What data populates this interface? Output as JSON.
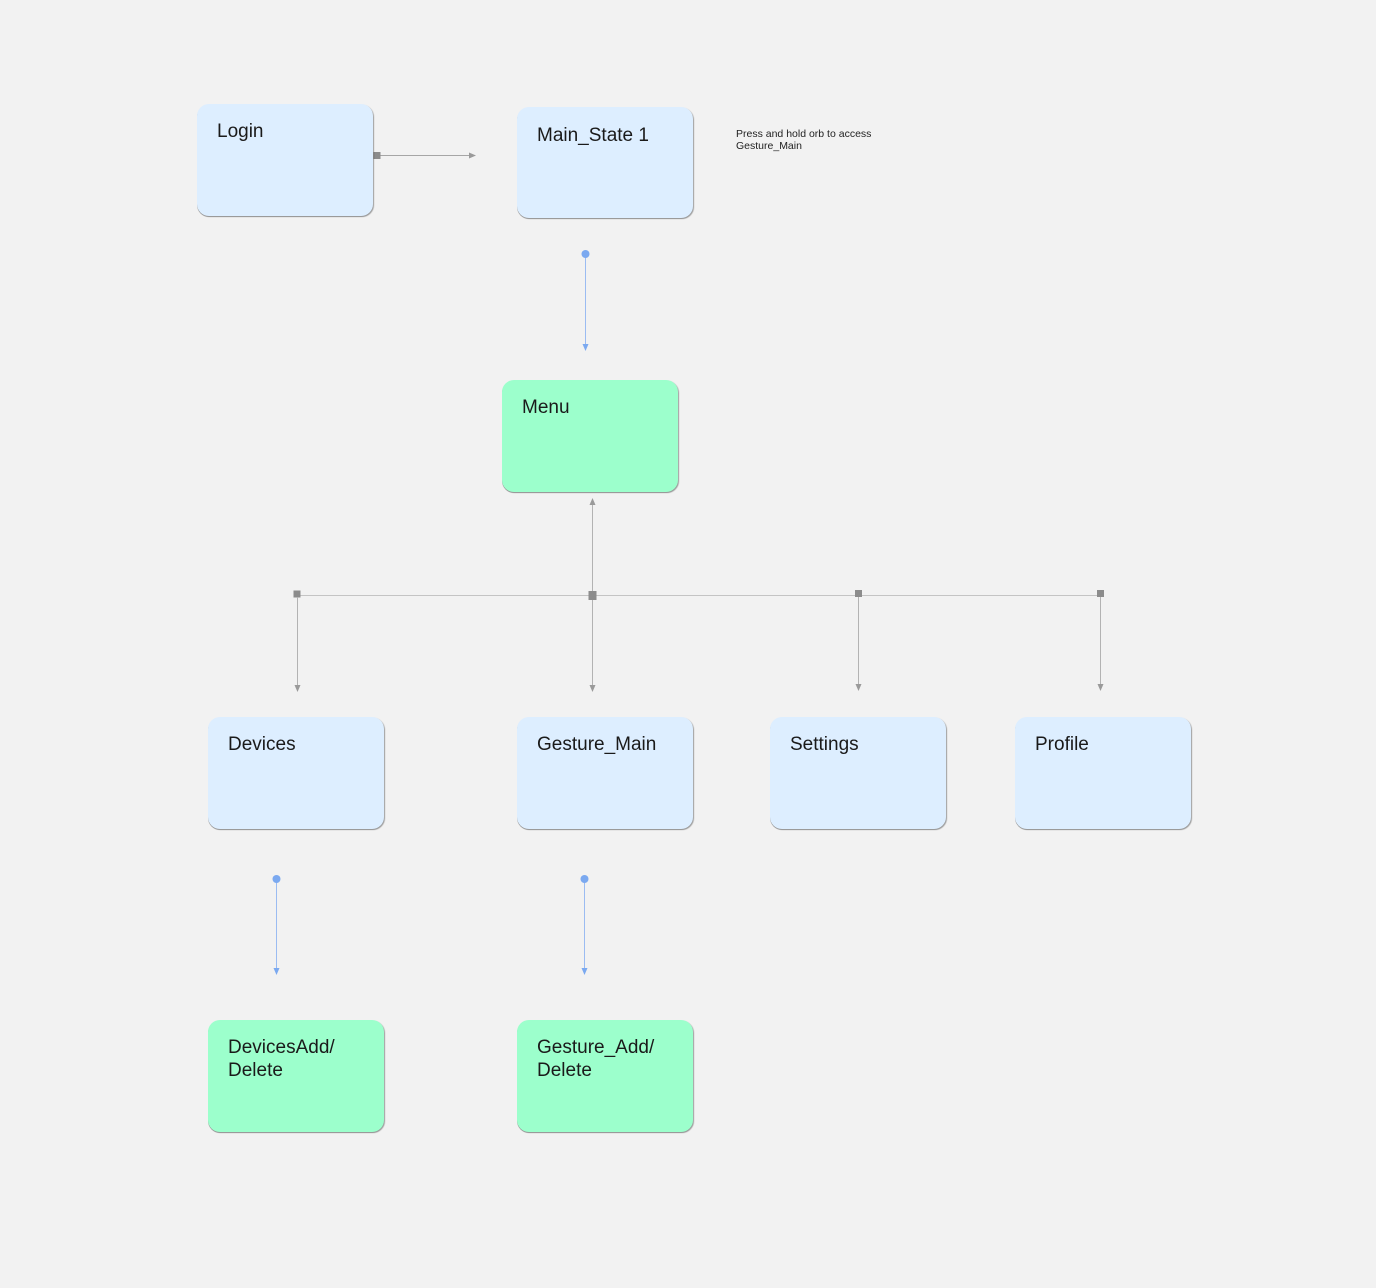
{
  "nodes": {
    "login": "Login",
    "main_state": "Main_State 1",
    "menu": "Menu",
    "devices": "Devices",
    "gesture_main": "Gesture_Main",
    "settings": "Settings",
    "profile": "Profile",
    "devices_add_delete": "DevicesAdd/\nDelete",
    "gesture_add_delete": "Gesture_Add/\nDelete"
  },
  "annotation": {
    "note": "Press and hold orb to access\nGesture_Main"
  },
  "colors": {
    "background": "#f2f2f2",
    "screen_node": "#ddeeff",
    "action_node": "#9cffcc",
    "connector_gray": "#a6a6a6",
    "connector_blue": "#7ba9f0"
  }
}
